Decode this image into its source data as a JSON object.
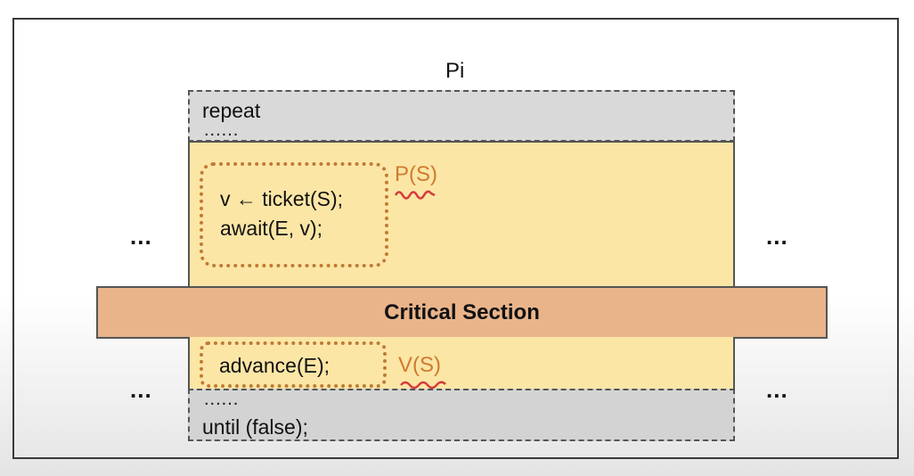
{
  "title": "Pi",
  "entry": {
    "repeat": "repeat",
    "dots": "......"
  },
  "p_block": {
    "line1": "v ← ticket(S);",
    "line2": "await(E, v);",
    "label": "P(S)"
  },
  "critical_section": "Critical Section",
  "v_block": {
    "line": "advance(E);",
    "label": "V(S)"
  },
  "exit": {
    "dots": "......",
    "until": "until (false);"
  },
  "side_ellipsis": "...",
  "colors": {
    "critical_section": "#e9b48a",
    "sync_region": "#fbe6a6",
    "loop_region": "#d9d9d9",
    "highlight": "#c07a33"
  }
}
